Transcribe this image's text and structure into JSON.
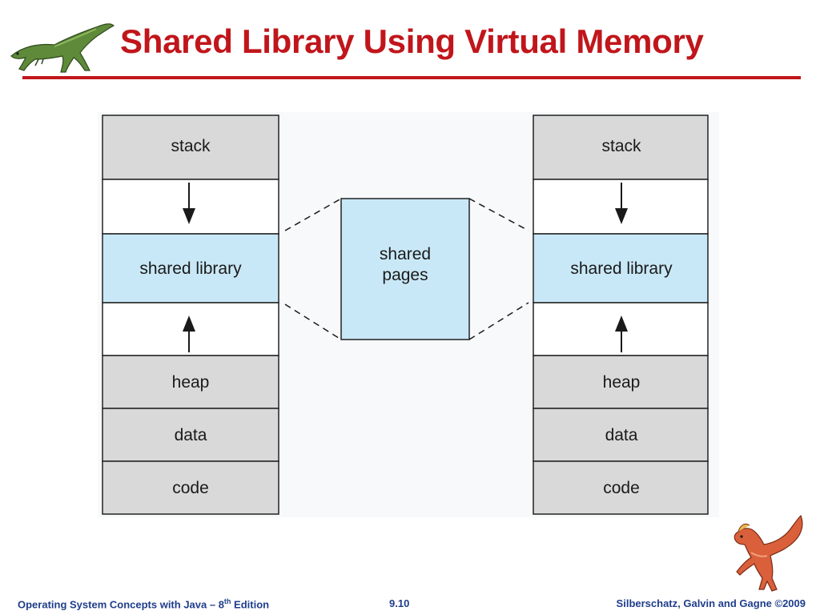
{
  "slide": {
    "title": "Shared Library Using Virtual Memory"
  },
  "diagram": {
    "left_process": {
      "stack": "stack",
      "shared_library": "shared library",
      "heap": "heap",
      "data": "data",
      "code": "code"
    },
    "shared_pages": {
      "line1": "shared",
      "line2": "pages"
    },
    "right_process": {
      "stack": "stack",
      "shared_library": "shared library",
      "heap": "heap",
      "data": "data",
      "code": "code"
    },
    "colors": {
      "segment_gray": "#d9d9d9",
      "library_blue": "#c9e8f7",
      "free_white": "#ffffff"
    }
  },
  "footer": {
    "book_prefix": "Operating System Concepts with Java – 8",
    "book_sup": "th",
    "book_suffix": " Edition",
    "page_number": "9.10",
    "copyright": "Silberschatz, Galvin and Gagne ©2009"
  },
  "theme": {
    "title_color": "#c0161b",
    "footer_color": "#1f3d8c"
  }
}
